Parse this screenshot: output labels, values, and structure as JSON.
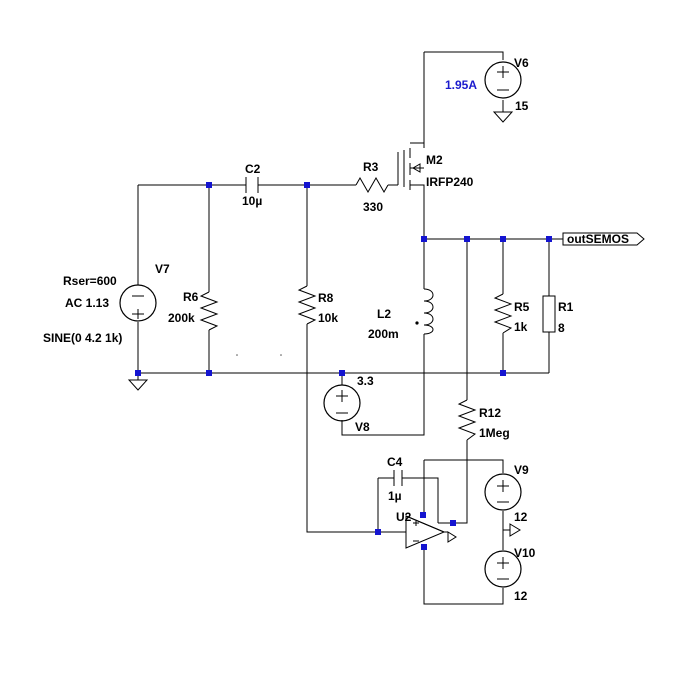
{
  "components": {
    "v6": {
      "name": "V6",
      "value": "15",
      "current": "1.95A"
    },
    "m2": {
      "name": "M2",
      "model": "IRFP240"
    },
    "r3": {
      "name": "R3",
      "value": "330"
    },
    "c2": {
      "name": "C2",
      "value": "10µ"
    },
    "v7": {
      "name": "V7",
      "rser": "Rser=600",
      "ac": "AC 1.13",
      "sine": "SINE(0 4.2 1k)"
    },
    "r6": {
      "name": "R6",
      "value": "200k"
    },
    "r8": {
      "name": "R8",
      "value": "10k"
    },
    "l2": {
      "name": "L2",
      "value": "200m"
    },
    "r5": {
      "name": "R5",
      "value": "1k"
    },
    "r1": {
      "name": "R1",
      "value": "8"
    },
    "v8": {
      "name": "V8",
      "value": "3.3"
    },
    "r12": {
      "name": "R12",
      "value": "1Meg"
    },
    "c4": {
      "name": "C4",
      "value": "1µ"
    },
    "u2": {
      "name": "U2"
    },
    "v9": {
      "name": "V9",
      "value": "12"
    },
    "v10": {
      "name": "V10",
      "value": "12"
    }
  },
  "net_labels": {
    "out": "outSEMOS"
  },
  "colors": {
    "wire": "#000000",
    "junction": "#1414d0",
    "annotation": "#1a1acd"
  }
}
